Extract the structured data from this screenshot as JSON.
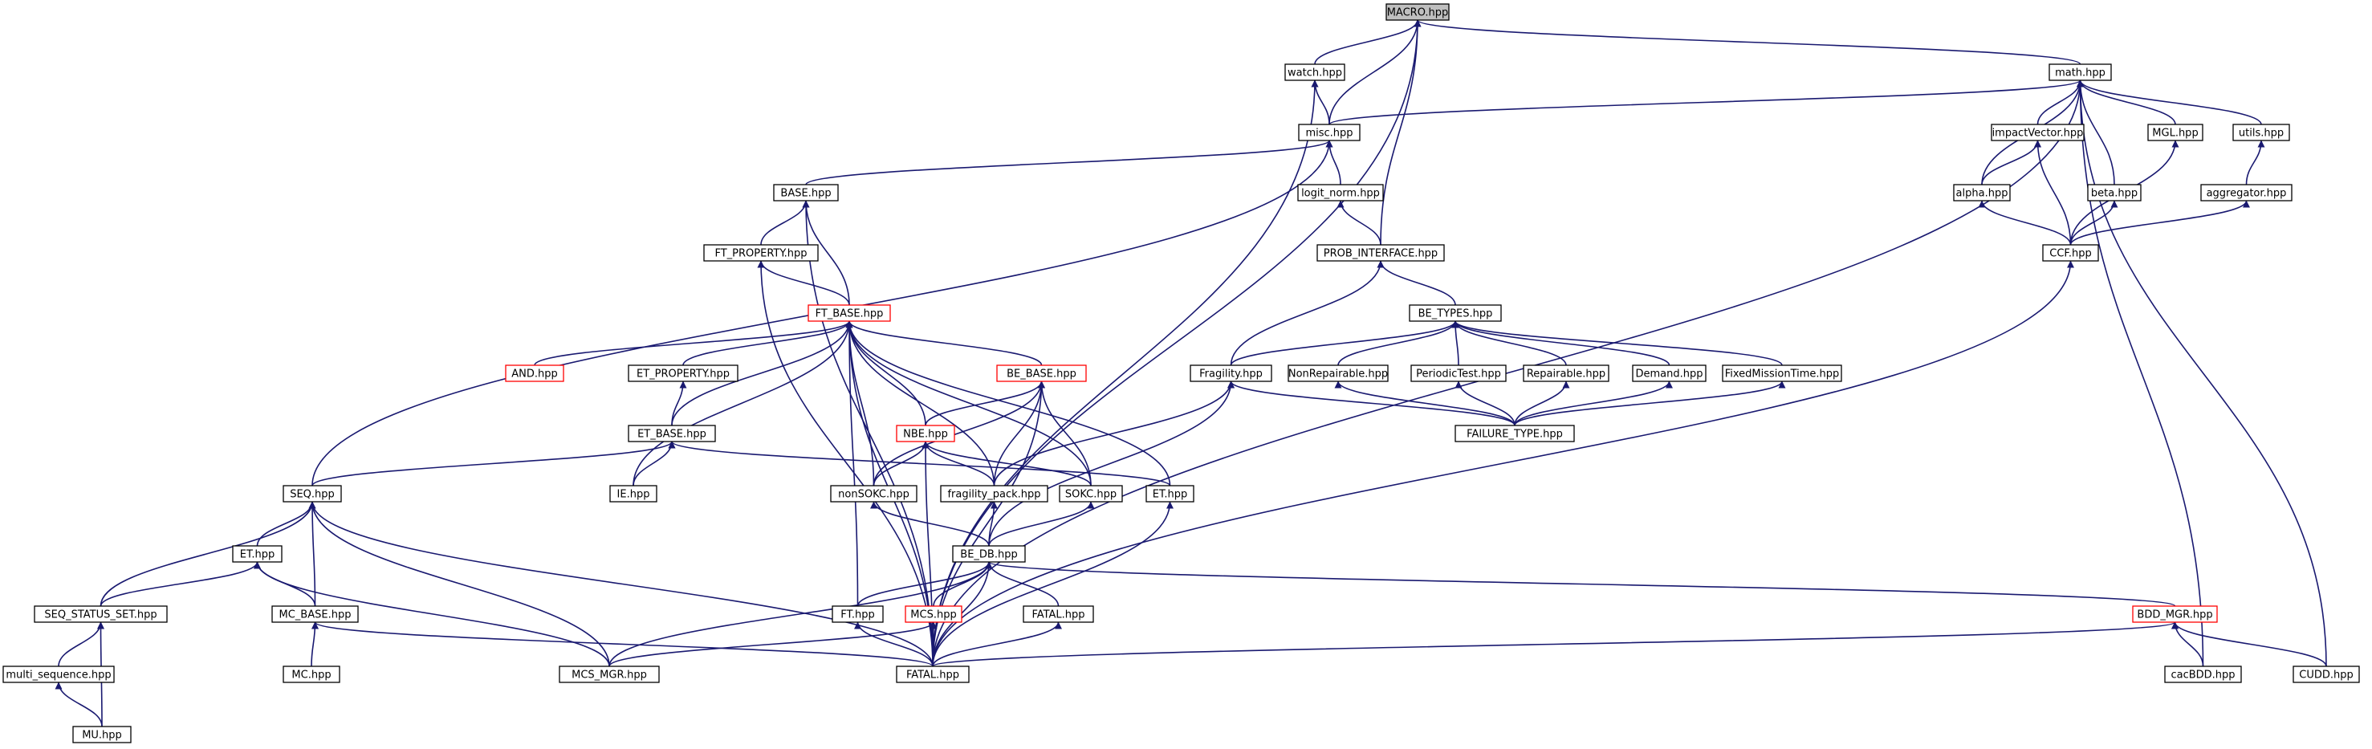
{
  "diagram": {
    "title": "",
    "edge_color": "#191970",
    "highlight_color": "#ff0000",
    "root_fill": "#bfbfbf",
    "nodes": [
      {
        "id": "macro",
        "label": "MACRO.hpp",
        "style": "root"
      },
      {
        "id": "watch",
        "label": "watch.hpp"
      },
      {
        "id": "math",
        "label": "math.hpp"
      },
      {
        "id": "misc",
        "label": "misc.hpp"
      },
      {
        "id": "base",
        "label": "BASE.hpp"
      },
      {
        "id": "logit",
        "label": "logit_norm.hpp"
      },
      {
        "id": "impact",
        "label": "impactVector.hpp"
      },
      {
        "id": "mgl",
        "label": "MGL.hpp"
      },
      {
        "id": "utils",
        "label": "utils.hpp"
      },
      {
        "id": "ftprop",
        "label": "FT_PROPERTY.hpp"
      },
      {
        "id": "probint",
        "label": "PROB_INTERFACE.hpp"
      },
      {
        "id": "alpha",
        "label": "alpha.hpp"
      },
      {
        "id": "beta",
        "label": "beta.hpp"
      },
      {
        "id": "aggr",
        "label": "aggregator.hpp"
      },
      {
        "id": "ccf",
        "label": "CCF.hpp"
      },
      {
        "id": "ftbase",
        "label": "FT_BASE.hpp",
        "style": "red"
      },
      {
        "id": "betypes",
        "label": "BE_TYPES.hpp"
      },
      {
        "id": "and",
        "label": "AND.hpp",
        "style": "red"
      },
      {
        "id": "etprop",
        "label": "ET_PROPERTY.hpp"
      },
      {
        "id": "bebase",
        "label": "BE_BASE.hpp",
        "style": "red"
      },
      {
        "id": "fragility",
        "label": "Fragility.hpp"
      },
      {
        "id": "nonrep",
        "label": "NonRepairable.hpp"
      },
      {
        "id": "periodic",
        "label": "PeriodicTest.hpp"
      },
      {
        "id": "repairable",
        "label": "Repairable.hpp"
      },
      {
        "id": "demand",
        "label": "Demand.hpp"
      },
      {
        "id": "fixedmt",
        "label": "FixedMissionTime.hpp"
      },
      {
        "id": "etbase",
        "label": "ET_BASE.hpp"
      },
      {
        "id": "nbe",
        "label": "NBE.hpp",
        "style": "red"
      },
      {
        "id": "failtype",
        "label": "FAILURE_TYPE.hpp"
      },
      {
        "id": "seq",
        "label": "SEQ.hpp"
      },
      {
        "id": "ie",
        "label": "IE.hpp"
      },
      {
        "id": "nonsokc",
        "label": "nonSOKC.hpp"
      },
      {
        "id": "fragpack",
        "label": "fragility_pack.hpp"
      },
      {
        "id": "sokc",
        "label": "SOKC.hpp"
      },
      {
        "id": "et",
        "label": "ET.hpp"
      },
      {
        "id": "bedb",
        "label": "BE_DB.hpp"
      },
      {
        "id": "eth",
        "label": "ET.hpp"
      },
      {
        "id": "seqstat",
        "label": "SEQ_STATUS_SET.hpp"
      },
      {
        "id": "mcbase",
        "label": "MC_BASE.hpp"
      },
      {
        "id": "ft",
        "label": "FT.hpp"
      },
      {
        "id": "mcs",
        "label": "MCS.hpp",
        "style": "red"
      },
      {
        "id": "fatalh",
        "label": "FATAL.hpp"
      },
      {
        "id": "bddmgr",
        "label": "BDD_MGR.hpp",
        "style": "red"
      },
      {
        "id": "multiseq",
        "label": "multi_sequence.hpp"
      },
      {
        "id": "mc",
        "label": "MC.hpp"
      },
      {
        "id": "mcsmgr",
        "label": "MCS_MGR.hpp"
      },
      {
        "id": "fatal",
        "label": "FATAL.hpp"
      },
      {
        "id": "cacbdd",
        "label": "cacBDD.hpp"
      },
      {
        "id": "cudd",
        "label": "CUDD.hpp"
      },
      {
        "id": "mu",
        "label": "MU.hpp"
      }
    ]
  }
}
